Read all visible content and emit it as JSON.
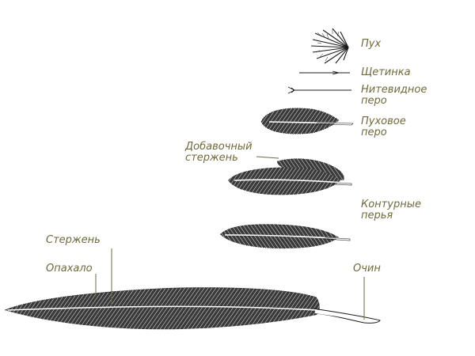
{
  "labels": {
    "down": "Пух",
    "bristle": "Щетинка",
    "filoplume": "Нитевидное перо",
    "down_feather": "Пуховое перо",
    "aftershaft": "Добавочный стержень",
    "contour": "Контурные перья",
    "rachis": "Стержень",
    "vane": "Опахало",
    "calamus": "Очин"
  },
  "colors": {
    "label": "#6e6a3a",
    "ink": "#1c1c1c",
    "background": "#ffffff"
  }
}
